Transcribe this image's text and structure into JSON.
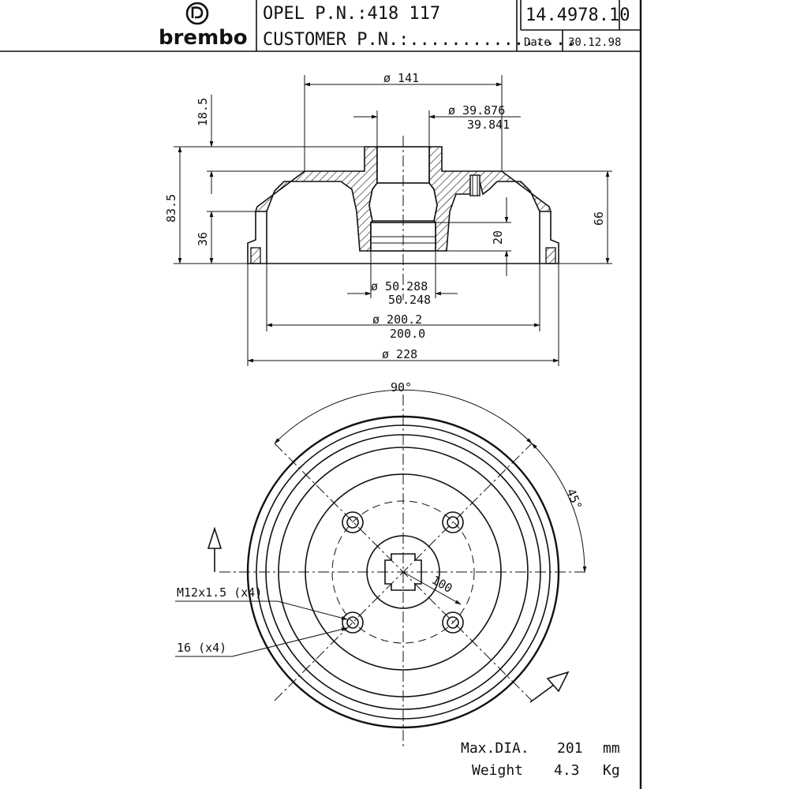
{
  "brand": {
    "name": "brembo"
  },
  "title_block": {
    "oem_label": "OPEL P.N.:418 117",
    "customer_label": "CUSTOMER P.N.:................",
    "part_number": "14.4978.10",
    "date_label": "Date",
    "date_value": "30.12.98"
  },
  "section_view": {
    "dim_d141": "ø 141",
    "dim_bore_max": "ø 39.876",
    "dim_bore_min": "39.841",
    "dim_pilot_max": "ø 50.288",
    "dim_pilot_min": "50.248",
    "dim_drum_max": "ø 200.2",
    "dim_drum_min": "200.0",
    "dim_d228": "ø 228",
    "dim_18_5": "18.5",
    "dim_83_5": "83.5",
    "dim_36": "36",
    "dim_20": "20",
    "dim_66": "66"
  },
  "front_view": {
    "angle_90": "90°",
    "angle_45": "45°",
    "bolt_circle": "100",
    "thread_label": "M12x1.5 (x4)",
    "hole_label": "16 (x4)"
  },
  "footer": {
    "max_dia_label": "Max.DIA.",
    "max_dia_value": "201",
    "max_dia_unit": "mm",
    "weight_label": "Weight",
    "weight_value": "4.3",
    "weight_unit": "Kg"
  }
}
